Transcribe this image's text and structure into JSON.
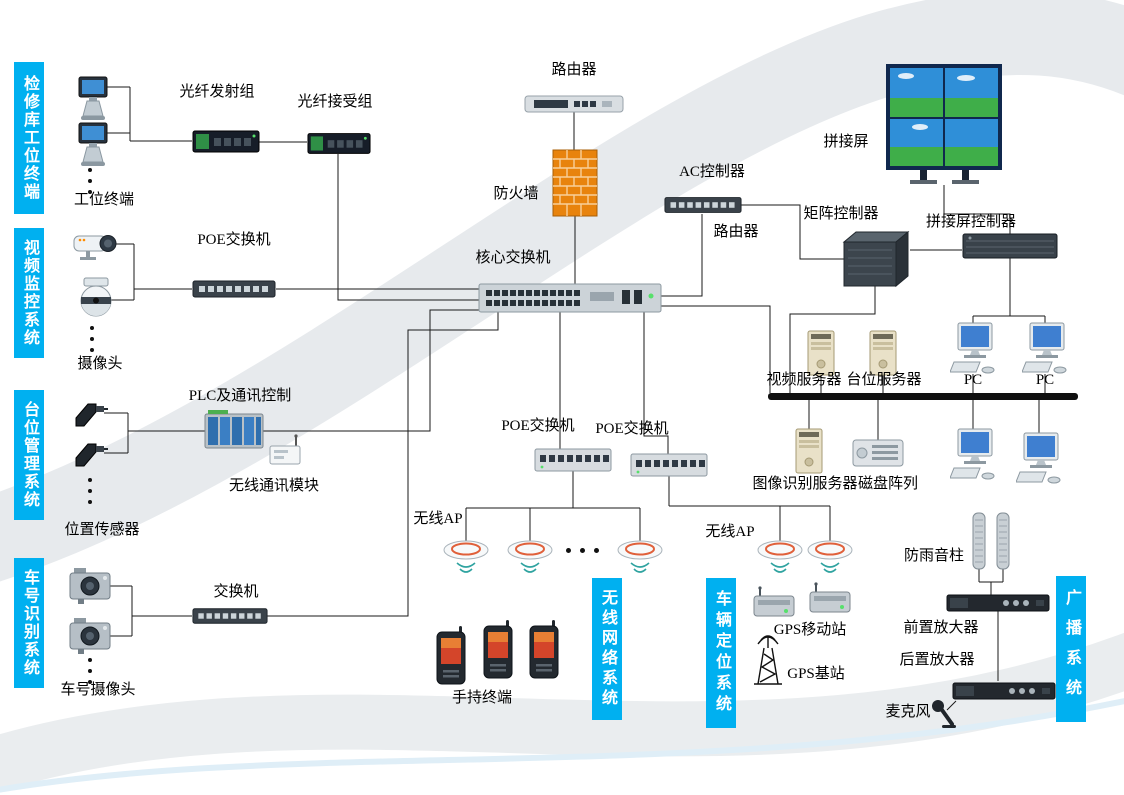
{
  "systems": {
    "maintenance_terminal": "检修库工位终端",
    "video_surveillance": "视频监控系统",
    "station_management": "台位管理系统",
    "car_number_recognition": "车号识别系统",
    "wireless_network": "无线网络系统",
    "vehicle_positioning": "车辆定位系统",
    "broadcast": "广播系统"
  },
  "labels": {
    "workstation": "工位终端",
    "fiber_tx": "光纤发射组",
    "fiber_rx": "光纤接受组",
    "router_top": "路由器",
    "firewall": "防火墙",
    "core_switch": "核心交换机",
    "ac_controller": "AC控制器",
    "router_right": "路由器",
    "splice_screen": "拼接屏",
    "matrix_controller": "矩阵控制器",
    "splice_controller": "拼接屏控制器",
    "poe_switch_video": "POE交换机",
    "camera": "摄像头",
    "video_server": "视频服务器",
    "station_server": "台位服务器",
    "pc1": "PC",
    "pc2": "PC",
    "image_server": "图像识别服务器",
    "disk_array": "磁盘阵列",
    "plc": "PLC及通讯控制",
    "wireless_module": "无线通讯模块",
    "position_sensor": "位置传感器",
    "poe_switch_1": "POE交换机",
    "poe_switch_2": "POE交换机",
    "ap_left": "无线AP",
    "ap_right": "无线AP",
    "switch_car": "交换机",
    "car_camera": "车号摄像头",
    "handheld": "手持终端",
    "gps_mobile": "GPS移动站",
    "gps_base": "GPS基站",
    "rain_speaker": "防雨音柱",
    "pre_amp": "前置放大器",
    "post_amp": "后置放大器",
    "microphone": "麦克风"
  },
  "colors": {
    "system_label_bg": "#00b0f0",
    "system_label_text": "#ffffff",
    "firewall_brick": "#e8830d",
    "connection_line": "#1a1a1a",
    "ap_ring": "#e0603a",
    "wifi_wave": "#2fa3a0",
    "screen_blue": "#3f7fd0",
    "wall_grass_green": "#3fae49"
  },
  "icons": {
    "workstation-kiosk-icon": "monitor-on-pedestal",
    "fiber-converter-icon": "dark-media-converter-box",
    "router-icon": "flat-gray-box-with-ports",
    "firewall-icon": "orange-brick-wall",
    "core-switch-icon": "rack-switch-with-port-rows",
    "poe-switch-icon": "switch-with-port-row",
    "bullet-camera-icon": "cctv-bullet-camera",
    "ptz-camera-icon": "dome-camera",
    "server-tower-icon": "beige-tower-server",
    "pc-icon": "monitor-with-keyboard",
    "disk-array-icon": "storage-unit-with-slots",
    "plc-icon": "blue-module-rack",
    "wireless-module-icon": "small-box-with-antenna",
    "position-sensor-icon": "black-sensor-block",
    "car-camera-icon": "box-camera-with-lens",
    "wireless-ap-icon": "oval-ap-with-wifi-waves",
    "handheld-terminal-icon": "rugged-pda",
    "gps-mobile-station-icon": "box-with-antenna",
    "gps-base-antenna-icon": "lattice-antenna-tower",
    "sound-column-icon": "column-speaker",
    "amplifier-icon": "rack-amplifier",
    "microphone-icon": "desk-microphone",
    "video-wall-icon": "2x2-splice-screen-wall",
    "matrix-controller-icon": "3d-chassis-box",
    "rack-controller-icon": "1u-rack-unit",
    "ellipsis-icon": "repetition-dots",
    "bus-bar": "thick-black-network-bus"
  }
}
